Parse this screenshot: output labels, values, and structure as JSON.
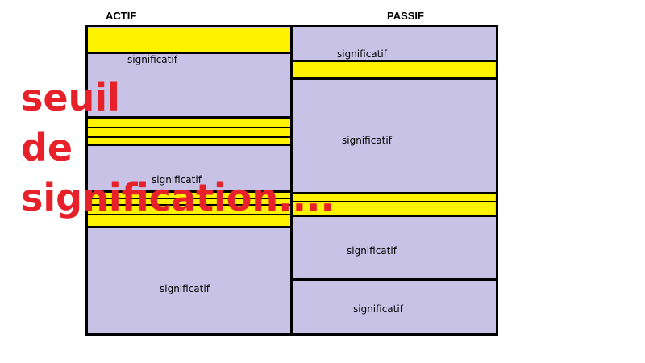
{
  "header": {
    "actif": "ACTIF",
    "passif": "PASSIF"
  },
  "cells": {
    "actif_top": "significatif",
    "actif_middle": "significatif",
    "actif_bottom": "significatif",
    "passif_top": "significatif",
    "passif_middle": "significatif",
    "passif_lower": "significatif",
    "passif_bottom": "significatif"
  },
  "overlay": {
    "line1": "seuil",
    "line2": "de",
    "line3": "signification...."
  },
  "colors": {
    "cell_fill": "#c8c3e6",
    "highlight": "#fff200",
    "overlay_text": "#e8202a",
    "border": "#000000"
  }
}
